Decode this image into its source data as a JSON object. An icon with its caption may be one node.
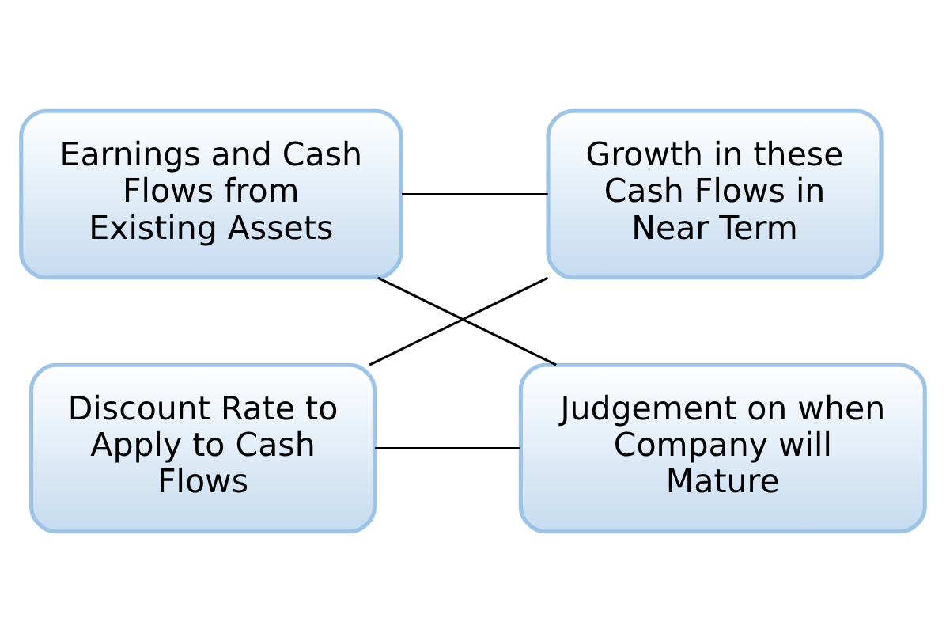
{
  "diagram": {
    "nodes": [
      {
        "text": [
          "Earnings and Cash Flows from Existing Assets"
        ]
      },
      {
        "text": [
          "Growth in these Cash Flows in Near Term"
        ]
      },
      {
        "text": [
          "Judgement on when Company will Mature"
        ]
      },
      {
        "text": [
          "Discount Rate to Apply to Cash Flows"
        ]
      }
    ],
    "edges": [
      {
        "from": 0,
        "to": 1,
        "arrow": "none"
      },
      {
        "from": 1,
        "to": 3,
        "arrow": "none"
      },
      {
        "from": 3,
        "to": 2,
        "arrow": "none"
      },
      {
        "from": 2,
        "to": 0,
        "arrow": "none"
      }
    ]
  }
}
